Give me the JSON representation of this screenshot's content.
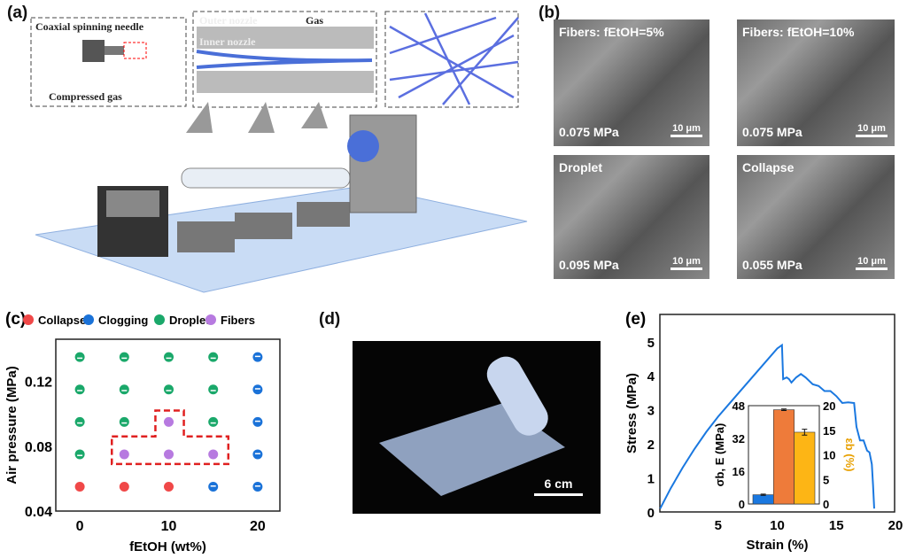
{
  "panel_a": {
    "label": "(a)",
    "needle": "Coaxial spinning needle",
    "gas_in": "Compressed gas",
    "outer": "Outer nozzle",
    "inner": "Inner nozzle",
    "gas": "Gas"
  },
  "panel_b": {
    "label": "(b)",
    "images": [
      {
        "title": "Fibers: fEtOH=5%",
        "pressure": "0.075 MPa",
        "scale": "10 μm"
      },
      {
        "title": "Fibers: fEtOH=10%",
        "pressure": "0.075 MPa",
        "scale": "10 μm"
      },
      {
        "title": "Droplet",
        "pressure": "0.095 MPa",
        "scale": "10 μm"
      },
      {
        "title": "Collapse",
        "pressure": "0.055 MPa",
        "scale": "10 μm"
      }
    ]
  },
  "panel_d": {
    "label": "(d)",
    "scale": "6 cm"
  },
  "chart_data": [
    {
      "type": "scatter",
      "panel": "(c)",
      "xlabel": "fEtOH (wt%)",
      "ylabel": "Air pressure (MPa)",
      "xlim": [
        -2.7,
        22.5
      ],
      "ylim": [
        0.04,
        0.146
      ],
      "xticks": [
        "0",
        "10",
        "20"
      ],
      "yticks": [
        "0.04",
        "0.08",
        "0.12"
      ],
      "legend": [
        {
          "name": "Collapse",
          "color": "#f04848"
        },
        {
          "name": "Clogging",
          "color": "#1a72d8"
        },
        {
          "name": "Droplet",
          "color": "#1aa86a"
        },
        {
          "name": "Fibers",
          "color": "#b77ae0"
        }
      ],
      "x": [
        0,
        5,
        10,
        15,
        20
      ],
      "y": [
        0.055,
        0.075,
        0.095,
        0.115,
        0.135
      ],
      "grid_states": [
        [
          "Collapse",
          "Collapse",
          "Collapse",
          "Clogging",
          "Clogging"
        ],
        [
          "Droplet",
          "Fibers",
          "Fibers",
          "Fibers",
          "Clogging"
        ],
        [
          "Droplet",
          "Droplet",
          "Fibers",
          "Droplet",
          "Clogging"
        ],
        [
          "Droplet",
          "Droplet",
          "Droplet",
          "Droplet",
          "Clogging"
        ],
        [
          "Droplet",
          "Droplet",
          "Droplet",
          "Droplet",
          "Clogging"
        ]
      ]
    },
    {
      "type": "line",
      "panel": "(e)",
      "xlabel": "Strain (%)",
      "ylabel": "Stress (MPa)",
      "xlim": [
        0,
        20
      ],
      "ylim": [
        0,
        5.8
      ],
      "xticks": [
        "5",
        "10",
        "15",
        "20"
      ],
      "yticks": [
        "0",
        "1",
        "2",
        "3",
        "4",
        "5"
      ],
      "color": "#1a78e0",
      "x": [
        0.1,
        1,
        2,
        3,
        4,
        5,
        6,
        7,
        8,
        9,
        10,
        10.4,
        10.5,
        10.8,
        11,
        11.2,
        11.6,
        12,
        12.4,
        13,
        13.5,
        14,
        14.5,
        15,
        15.5,
        16,
        16.5,
        16.7,
        17,
        17.3,
        17.6,
        17.8,
        18,
        18.1,
        18.2
      ],
      "y": [
        0.1,
        0.7,
        1.3,
        1.85,
        2.35,
        2.8,
        3.2,
        3.6,
        4.0,
        4.4,
        4.8,
        4.9,
        3.9,
        3.95,
        3.9,
        3.8,
        3.95,
        4.05,
        3.95,
        3.75,
        3.7,
        3.55,
        3.55,
        3.4,
        3.2,
        3.22,
        3.2,
        2.5,
        2.1,
        2.1,
        1.8,
        1.75,
        1.4,
        0.8,
        0.1
      ],
      "inset": {
        "type": "bar",
        "left_axis": "σb, E (MPa)",
        "right_axis": "εb (%)",
        "left_ticks": [
          "0",
          "16",
          "32",
          "48"
        ],
        "right_ticks": [
          "0",
          "5",
          "10",
          "15",
          "20"
        ],
        "bars": [
          {
            "name": "σb",
            "value": 4.5,
            "err": 0.3,
            "axis": "left",
            "color": "#1a78e0"
          },
          {
            "name": "E",
            "value": 46,
            "err": 0.4,
            "axis": "left",
            "color": "#ee7b3a"
          },
          {
            "name": "εb",
            "value": 14.6,
            "err": 0.6,
            "axis": "right",
            "color": "#fdb515"
          }
        ]
      }
    }
  ]
}
